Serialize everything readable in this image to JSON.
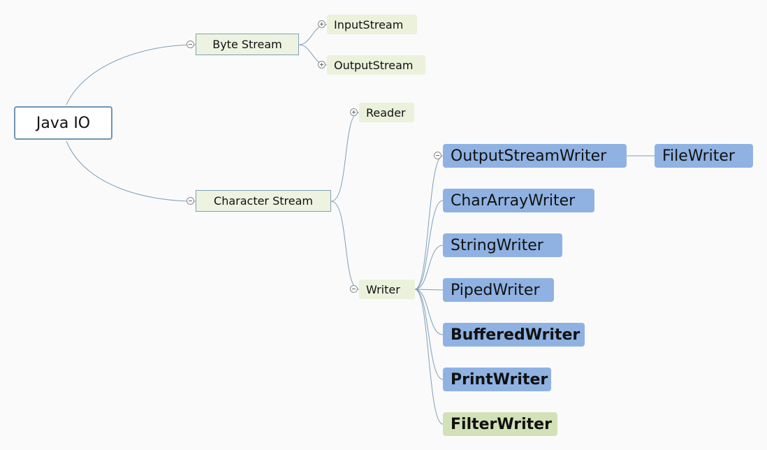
{
  "root": {
    "label": "Java IO"
  },
  "branches": {
    "byte_stream": {
      "label": "Byte Stream",
      "children": [
        "InputStream",
        "OutputStream"
      ]
    },
    "character_stream": {
      "label": "Character Stream",
      "reader": "Reader",
      "writer": "Writer",
      "writers": [
        "OutputStreamWriter",
        "CharArrayWriter",
        "StringWriter",
        "PipedWriter",
        "BufferedWriter",
        "PrintWriter",
        "FilterWriter"
      ],
      "output_stream_writer_child": "FileWriter"
    }
  },
  "colors": {
    "connector": "#7f9fb6",
    "root_border": "#6f95b3",
    "writer_node": "#8fb2e2",
    "filter_writer_node": "#d3e1b8",
    "light_node": "#ebf1db"
  }
}
